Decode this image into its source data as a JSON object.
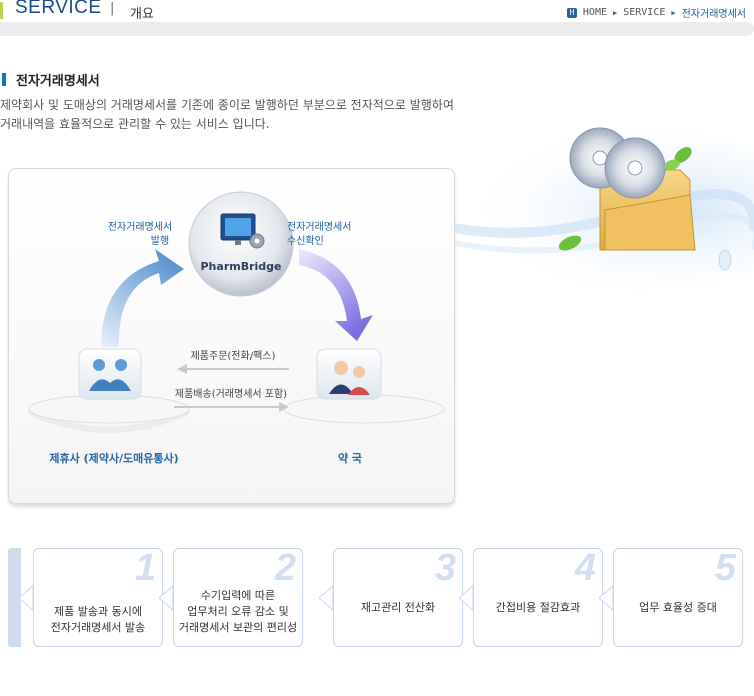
{
  "header": {
    "title": "SERVICE",
    "separator": "|",
    "subtitle": "개요",
    "breadcrumb": {
      "home_icon": "H",
      "home": "HOME",
      "section": "SERVICE",
      "current": "전자거래명세서"
    }
  },
  "section": {
    "title": "전자거래명세서",
    "description_line1": "제약회사 및 도매상의  거래명세서를 기존에 종이로 발행하던 부분으로 전자적으로 발행하여",
    "description_line2": "거래내역을 효율적으로 관리할 수 있는 서비스 입니다."
  },
  "diagram": {
    "center": "PharmBridge",
    "issue_line1": "전자거래명세서",
    "issue_line2": "발행",
    "receive_line1": "전자거래명세서",
    "receive_line2": "수신확인",
    "order": "제품주문(전화/팩스)",
    "delivery": "제품배송(거래명세서 포함)",
    "partner": "제휴사 (제약사/도매유통사)",
    "pharmacy": "약  국"
  },
  "steps": [
    {
      "num": "1",
      "line1": "제품 발송과 동시에",
      "line2": "전자거래명세서 발송",
      "line3": ""
    },
    {
      "num": "2",
      "line1": "수기입력에 따른",
      "line2": "업무처리 오류 감소 및",
      "line3": "거래명세서 보관의 편리성"
    },
    {
      "num": "3",
      "line1": "재고관리 전산화",
      "line2": "",
      "line3": ""
    },
    {
      "num": "4",
      "line1": "간접비용 절감효과",
      "line2": "",
      "line3": ""
    },
    {
      "num": "5",
      "line1": "업무 효율성 증대",
      "line2": "",
      "line3": ""
    }
  ],
  "colors": {
    "primary": "#1d5ea6",
    "accent_green": "#b7d35a",
    "step_border": "#c9d7ea"
  },
  "icons": {
    "home": "home-icon",
    "center": "monitor-gear-icon",
    "partner": "handshake-icon",
    "pharmacy": "people-icon",
    "deco": "cd-folder-icon"
  }
}
